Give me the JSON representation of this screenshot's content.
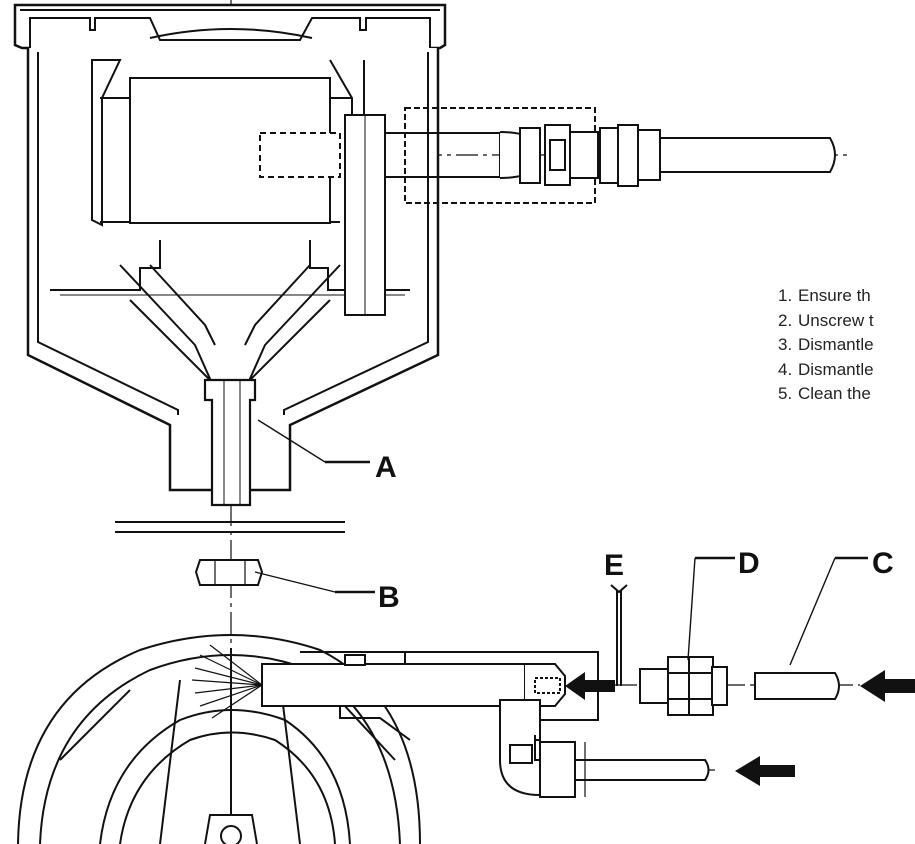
{
  "callouts": {
    "a": "A",
    "b": "B",
    "c": "C",
    "d": "D",
    "e": "E"
  },
  "steps": [
    {
      "num": "1.",
      "text": "Ensure th"
    },
    {
      "num": "2.",
      "text": "Unscrew t"
    },
    {
      "num": "3.",
      "text": "Dismantle"
    },
    {
      "num": "4.",
      "text": "Dismantle"
    },
    {
      "num": "5.",
      "text": "Clean the"
    }
  ],
  "colors": {
    "line": "#111111",
    "background": "#ffffff",
    "text": "#222222"
  }
}
